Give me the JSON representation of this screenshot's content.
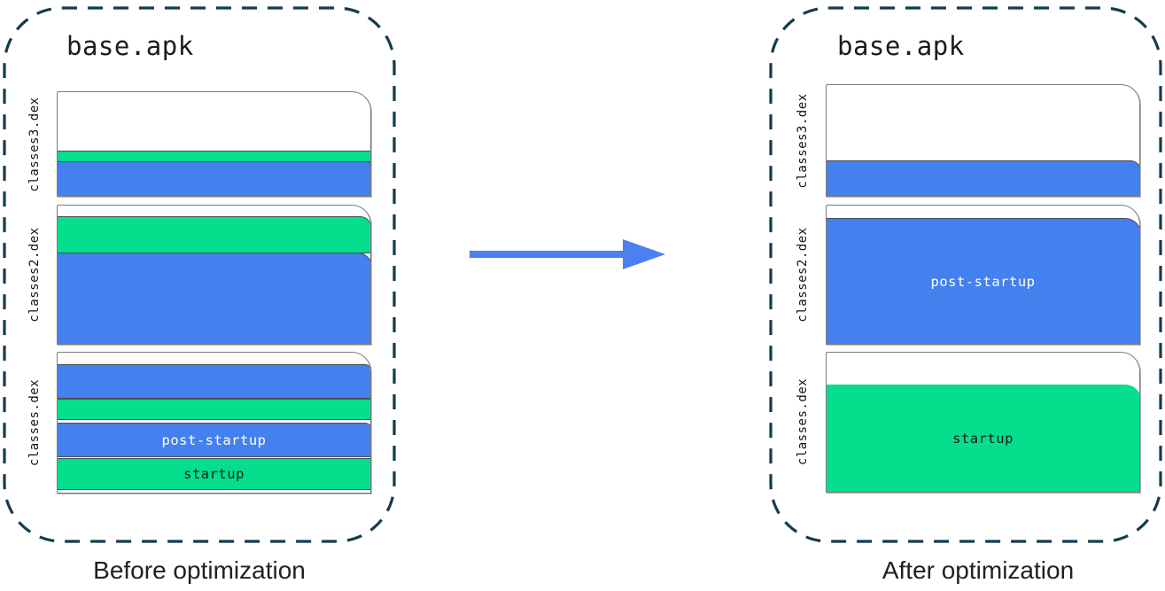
{
  "colors": {
    "blue": "#4480ee",
    "green": "#04de8d",
    "dash": "#143b4e",
    "page_border": "#7b7b7b",
    "band_border": "#4a5055",
    "arrow": "#4a80f0"
  },
  "arrow": {
    "icon": "arrow-right"
  },
  "panels": [
    {
      "title": "base.apk",
      "caption": "Before optimization",
      "files": [
        {
          "label": "classes3.dex",
          "segments": [
            {
              "color": "white",
              "label": ""
            },
            {
              "color": "green",
              "label": ""
            },
            {
              "color": "blue",
              "label": ""
            }
          ]
        },
        {
          "label": "classes2.dex",
          "segments": [
            {
              "color": "white",
              "label": ""
            },
            {
              "color": "green",
              "label": ""
            },
            {
              "color": "blue",
              "label": ""
            }
          ]
        },
        {
          "label": "classes.dex",
          "segments": [
            {
              "color": "white",
              "label": ""
            },
            {
              "color": "blue",
              "label": ""
            },
            {
              "color": "green",
              "label": ""
            },
            {
              "color": "white",
              "label": ""
            },
            {
              "color": "blue",
              "label": "post-startup"
            },
            {
              "color": "green",
              "label": "startup"
            }
          ]
        }
      ]
    },
    {
      "title": "base.apk",
      "caption": "After optimization",
      "files": [
        {
          "label": "classes3.dex",
          "segments": [
            {
              "color": "white",
              "label": ""
            },
            {
              "color": "blue",
              "label": ""
            }
          ]
        },
        {
          "label": "classes2.dex",
          "segments": [
            {
              "color": "white",
              "label": ""
            },
            {
              "color": "blue",
              "label": "post-startup"
            }
          ]
        },
        {
          "label": "classes.dex",
          "segments": [
            {
              "color": "white",
              "label": ""
            },
            {
              "color": "green",
              "label": "startup"
            }
          ]
        }
      ]
    }
  ]
}
